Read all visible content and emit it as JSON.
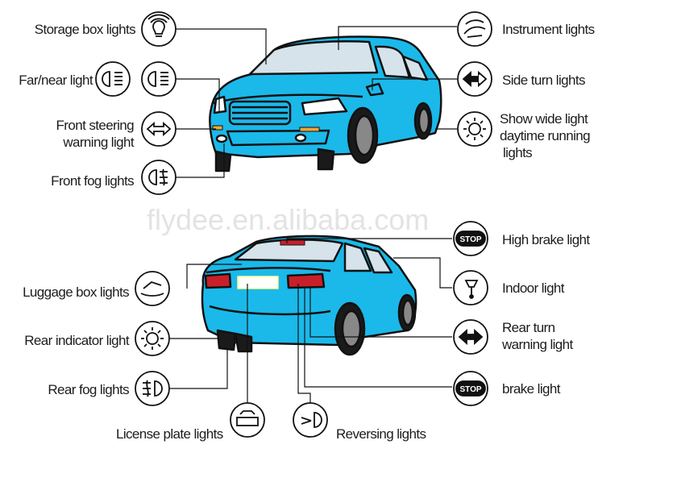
{
  "watermark": "flydee.en.alibaba.com",
  "front": {
    "storage_box_lights": "Storage box lights",
    "far_near_light": "Far/near light",
    "front_steering_l1": "Front steering",
    "front_steering_l2": "warning light",
    "front_fog_lights": "Front fog lights",
    "instrument_lights": "Instrument lights",
    "side_turn_lights": "Side turn lights",
    "show_wide_l1": "Show wide light",
    "show_wide_l2": "daytime running",
    "show_wide_l3": "lights"
  },
  "rear": {
    "luggage_box_lights": "Luggage box lights",
    "rear_indicator_light": "Rear indicator light",
    "rear_fog_lights": "Rear fog lights",
    "license_plate_lights": "License plate lights",
    "reversing_lights": "Reversing lights",
    "high_brake_light": "High brake light",
    "indoor_light": "Indoor light",
    "rear_turn_l1": "Rear turn",
    "rear_turn_l2": "warning light",
    "brake_light": "brake light"
  },
  "badges": {
    "stop": "STOP"
  },
  "colors": {
    "car_body": "#1ab9ea",
    "window": "#d6e3ea",
    "outline": "#111111",
    "lamp_red": "#c8202a"
  }
}
